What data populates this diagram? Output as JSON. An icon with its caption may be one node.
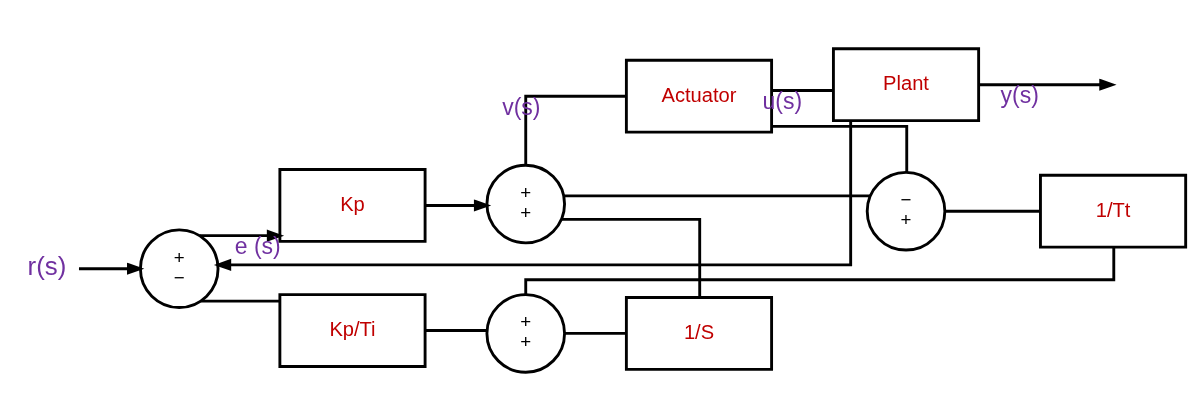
{
  "diagram": {
    "nodes": [
      {
        "text": [
          "r(s)"
        ]
      },
      {
        "text": [
          "+",
          "−"
        ]
      },
      {
        "text": [
          "Kp"
        ]
      },
      {
        "text": [
          "+",
          "+"
        ]
      },
      {
        "text": [
          "Actuator"
        ]
      },
      {
        "text": [
          "Plant"
        ]
      },
      {
        "text": [
          "Kp/Ti"
        ]
      },
      {
        "text": [
          "+",
          "+"
        ]
      },
      {
        "text": [
          "1/S"
        ]
      },
      {
        "text": [
          "−",
          "+"
        ]
      },
      {
        "text": [
          "1/Tt"
        ]
      }
    ],
    "edges": [
      {
        "from": 0,
        "to": 1,
        "arrow": "to"
      },
      {
        "from": 1,
        "to": 2,
        "arrow": "to",
        "label": "e (s)"
      },
      {
        "from": 1,
        "to": 6,
        "arrow": "none"
      },
      {
        "from": 2,
        "to": 3,
        "arrow": "to"
      },
      {
        "from": 3,
        "to": 4,
        "arrow": "none",
        "label": "v(s)"
      },
      {
        "from": 3,
        "to": 9,
        "arrow": "none"
      },
      {
        "from": 4,
        "to": 5,
        "arrow": "none",
        "label": "u(s)"
      },
      {
        "from": 4,
        "to": 9,
        "arrow": "none"
      },
      {
        "from": 5,
        "to": null,
        "arrow": "to",
        "label": "y(s)"
      },
      {
        "from": 5,
        "to": 1,
        "arrow": "to"
      },
      {
        "from": 6,
        "to": 7,
        "arrow": "none"
      },
      {
        "from": 7,
        "to": 8,
        "arrow": "none"
      },
      {
        "from": 8,
        "to": 3,
        "arrow": "none"
      },
      {
        "from": 9,
        "to": 10,
        "arrow": "none"
      },
      {
        "from": 10,
        "to": 7,
        "arrow": "none"
      }
    ]
  }
}
